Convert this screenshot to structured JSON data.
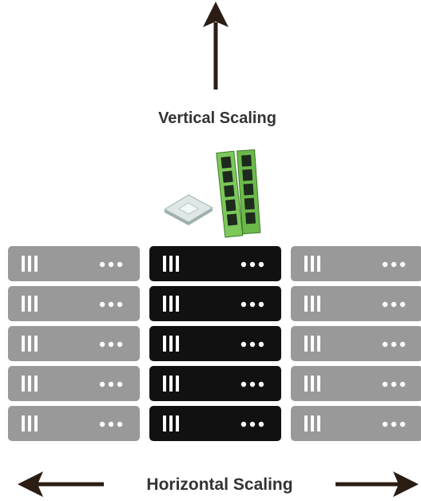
{
  "labels": {
    "vertical": "Vertical Scaling",
    "horizontal": "Horizontal Scaling"
  },
  "icons": {
    "top_arrow": "arrow-up-icon",
    "left_arrow": "arrow-left-icon",
    "right_arrow": "arrow-right-icon",
    "cpu": "cpu-chip-icon",
    "ram": "ram-module-icon",
    "server_bars": "server-bars-icon",
    "server_dots": "server-dots-icon"
  },
  "server_racks": [
    {
      "name": "left",
      "units": 5,
      "color": "#999999"
    },
    {
      "name": "center",
      "units": 5,
      "color": "#111111"
    },
    {
      "name": "right",
      "units": 5,
      "color": "#999999"
    }
  ],
  "colors": {
    "arrow": "#2b1d14",
    "text": "#333333",
    "ram_pcb": "#6bb94a",
    "ram_chip": "#1d2a1d",
    "cpu_face": "#dfe6e6",
    "cpu_edge": "#9fb0ad"
  }
}
